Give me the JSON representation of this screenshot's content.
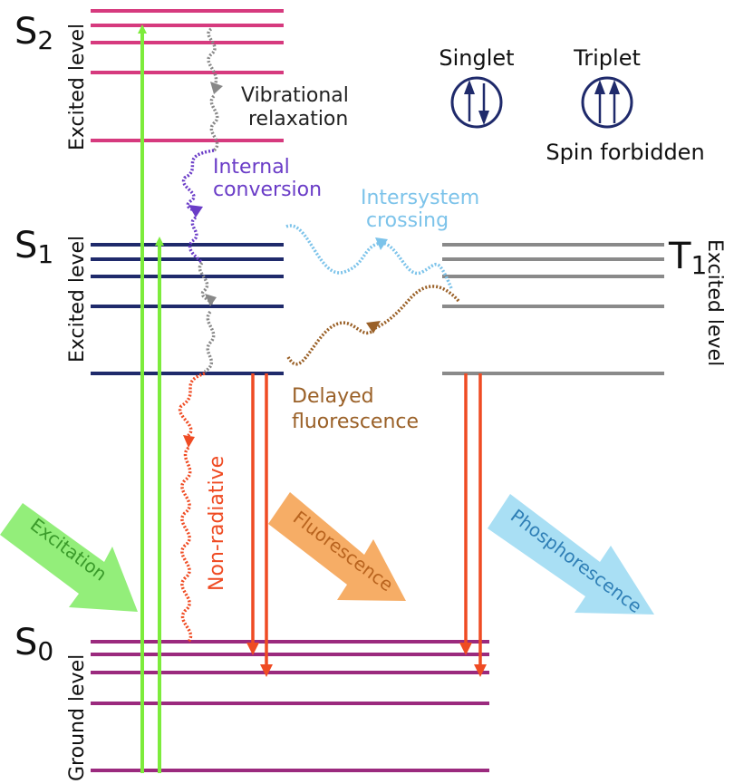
{
  "labels": {
    "s2": {
      "main": "S",
      "sub": "2"
    },
    "s1": {
      "main": "S",
      "sub": "1"
    },
    "s0": {
      "main": "S",
      "sub": "0"
    },
    "t1": {
      "main": "T",
      "sub": "1"
    },
    "excited_level_s2": "Excited level",
    "excited_level_s1": "Excited level",
    "excited_level_t1": "Excited level",
    "ground_level": "Ground level",
    "vibrational_relaxation": [
      "Vibrational",
      "relaxation"
    ],
    "internal_conversion": [
      "Internal",
      "conversion"
    ],
    "intersystem_crossing": [
      "Intersystem",
      "crossing"
    ],
    "delayed_fluorescence": [
      "Delayed",
      "fluorescence"
    ],
    "non_radiative": "Non-radiative",
    "excitation": "Excitation",
    "fluorescence": "Fluorescence",
    "phosphorescence": "Phosphorescence",
    "singlet": "Singlet",
    "triplet": "Triplet",
    "spin_forbidden": "Spin forbidden"
  },
  "colors": {
    "s2_levels": "#d63a7e",
    "s1_levels": "#1f2a6b",
    "t1_levels": "#8a8a8a",
    "s0_levels": "#9b2a7e",
    "excitation_arrow": "#7dec3c",
    "excitation_big_arrow": "#93ee7a",
    "emission_arrow": "#ef4b23",
    "non_radiative": "#ef4b23",
    "vibrational_relaxation": "#888888",
    "internal_conversion": "#6a3cc7",
    "intersystem_crossing": "#7cc3ea",
    "delayed_fluorescence": "#9a6027",
    "fluorescence_big_arrow": "#f6ad66",
    "phosphorescence_big_arrow": "#a9dff4",
    "spin_symbols": "#1f2a6b",
    "vibrational_text": "#222222",
    "internal_conversion_text": "#6a3cc7",
    "intersystem_text": "#7cc3ea",
    "delayed_text": "#9a6027",
    "non_radiative_text": "#ef4b23",
    "excitation_text": "#3a9a2a",
    "fluorescence_text": "#b8631e",
    "phosphorescence_text": "#2f7fb6"
  },
  "icons": {
    "singlet": "spin-up-down-icon",
    "triplet": "spin-up-up-icon"
  }
}
